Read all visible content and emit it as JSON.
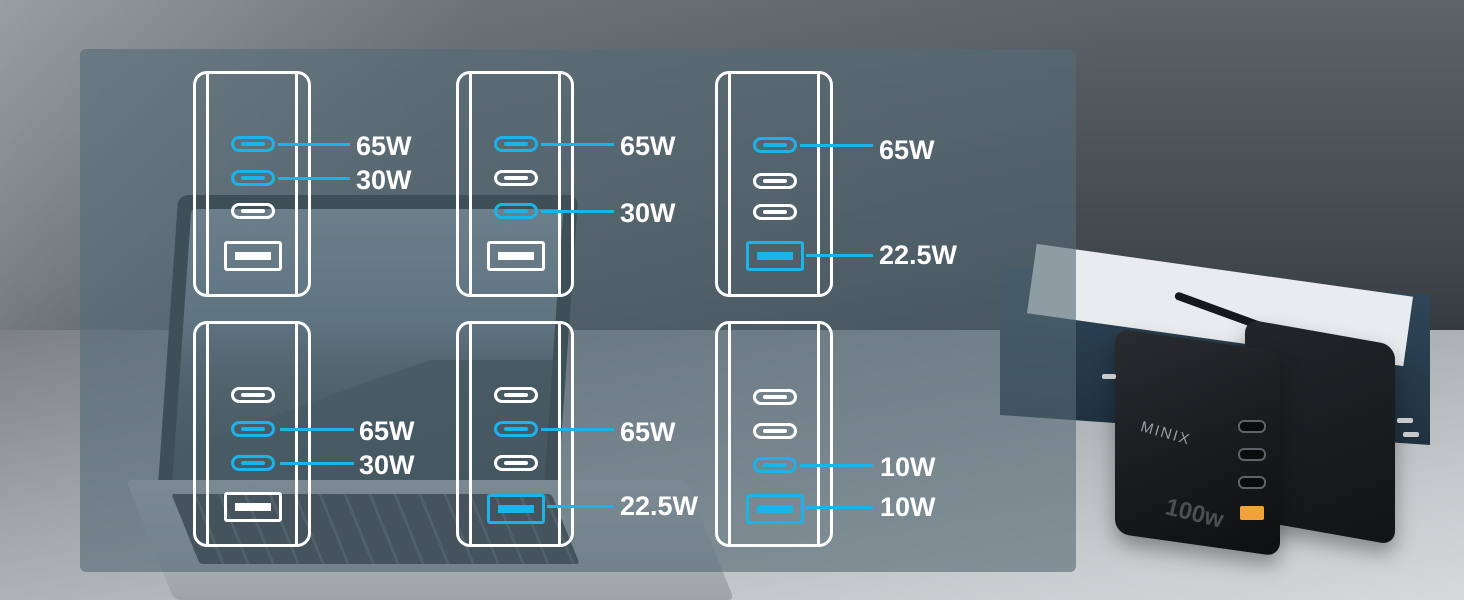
{
  "configs": [
    {
      "ports": [
        {
          "label": "65W"
        },
        {
          "label": "30W"
        }
      ]
    },
    {
      "ports": [
        {
          "label": "65W"
        },
        {
          "label": "30W"
        }
      ]
    },
    {
      "ports": [
        {
          "label": "65W"
        },
        {
          "label": "22.5W"
        }
      ]
    },
    {
      "ports": [
        {
          "label": "65W"
        },
        {
          "label": "30W"
        }
      ]
    },
    {
      "ports": [
        {
          "label": "65W"
        },
        {
          "label": "22.5W"
        }
      ]
    },
    {
      "ports": [
        {
          "label": "10W"
        },
        {
          "label": "10W"
        }
      ]
    }
  ],
  "product": {
    "brand": "MINIX",
    "wattage": "100w"
  },
  "colors": {
    "accent": "#1ab3ea",
    "outline": "#ffffff",
    "panel": "#556a76"
  }
}
